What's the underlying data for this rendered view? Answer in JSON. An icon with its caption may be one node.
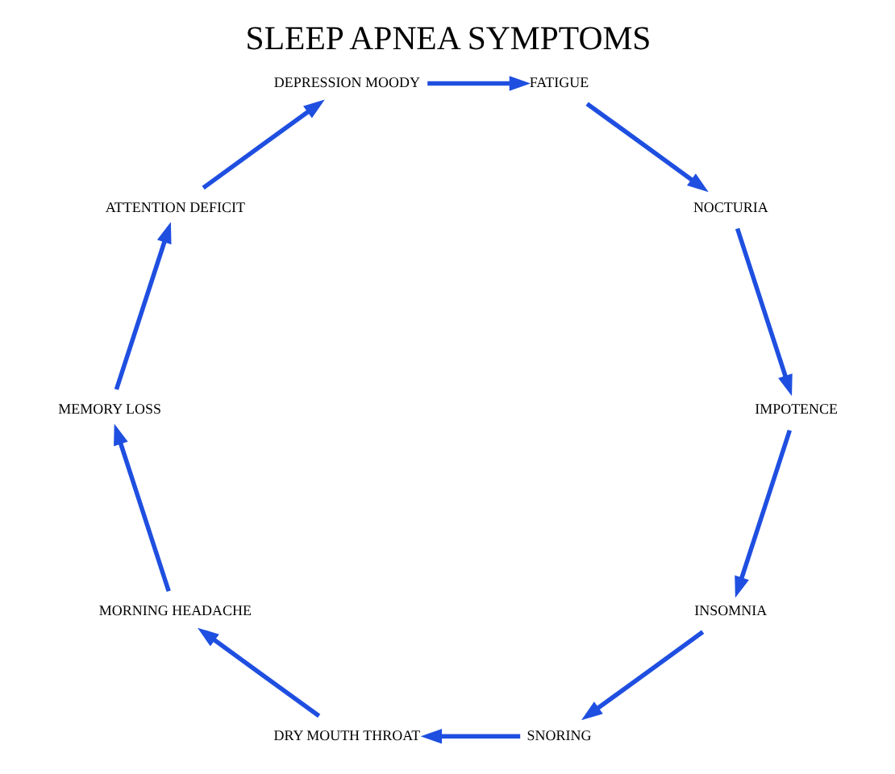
{
  "diagram": {
    "title": "SLEEP APNEA SYMPTOMS",
    "nodes": [
      {
        "text": [
          "INSOMNIA"
        ]
      },
      {
        "text": [
          "SNORING"
        ]
      },
      {
        "text": [
          "DRY MOUTH THROAT"
        ]
      },
      {
        "text": [
          "MORNING HEADACHE"
        ]
      },
      {
        "text": [
          "MEMORY LOSS"
        ]
      },
      {
        "text": [
          "ATTENTION DEFICIT"
        ]
      },
      {
        "text": [
          "DEPRESSION MOODY"
        ]
      },
      {
        "text": [
          "FATIGUE"
        ]
      },
      {
        "text": [
          "NOCTURIA"
        ]
      },
      {
        "text": [
          "IMPOTENCE"
        ]
      }
    ],
    "edges": [
      {
        "from": 0,
        "to": 1,
        "arrow": "to"
      },
      {
        "from": 1,
        "to": 2,
        "arrow": "to"
      },
      {
        "from": 2,
        "to": 3,
        "arrow": "to"
      },
      {
        "from": 3,
        "to": 4,
        "arrow": "to"
      },
      {
        "from": 4,
        "to": 5,
        "arrow": "to"
      },
      {
        "from": 5,
        "to": 6,
        "arrow": "to"
      },
      {
        "from": 6,
        "to": 7,
        "arrow": "to"
      },
      {
        "from": 7,
        "to": 8,
        "arrow": "to"
      },
      {
        "from": 8,
        "to": 9,
        "arrow": "to"
      },
      {
        "from": 9,
        "to": 0,
        "arrow": "to"
      }
    ]
  }
}
